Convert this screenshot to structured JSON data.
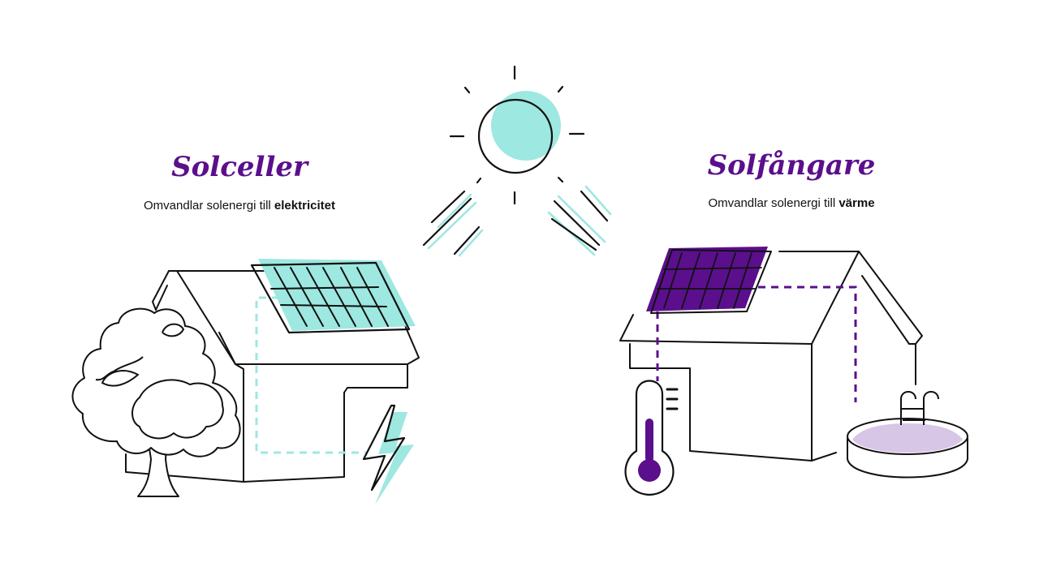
{
  "colors": {
    "purple": "#5b0f8c",
    "teal": "#9de8e0",
    "lavender": "#d8c6e6",
    "ink": "#111111"
  },
  "solceller": {
    "title": "Solceller",
    "subtitle_prefix": "Omvandlar solenergi till ",
    "subtitle_emphasis": "elektricitet"
  },
  "solfangare": {
    "title": "Solfångare",
    "subtitle_prefix": "Omvandlar solenergi till ",
    "subtitle_emphasis": "värme"
  },
  "icons": [
    "sun-icon",
    "house-icon",
    "solar-panel-icon",
    "tree-icon",
    "lightning-icon",
    "thermometer-icon",
    "pool-icon"
  ]
}
